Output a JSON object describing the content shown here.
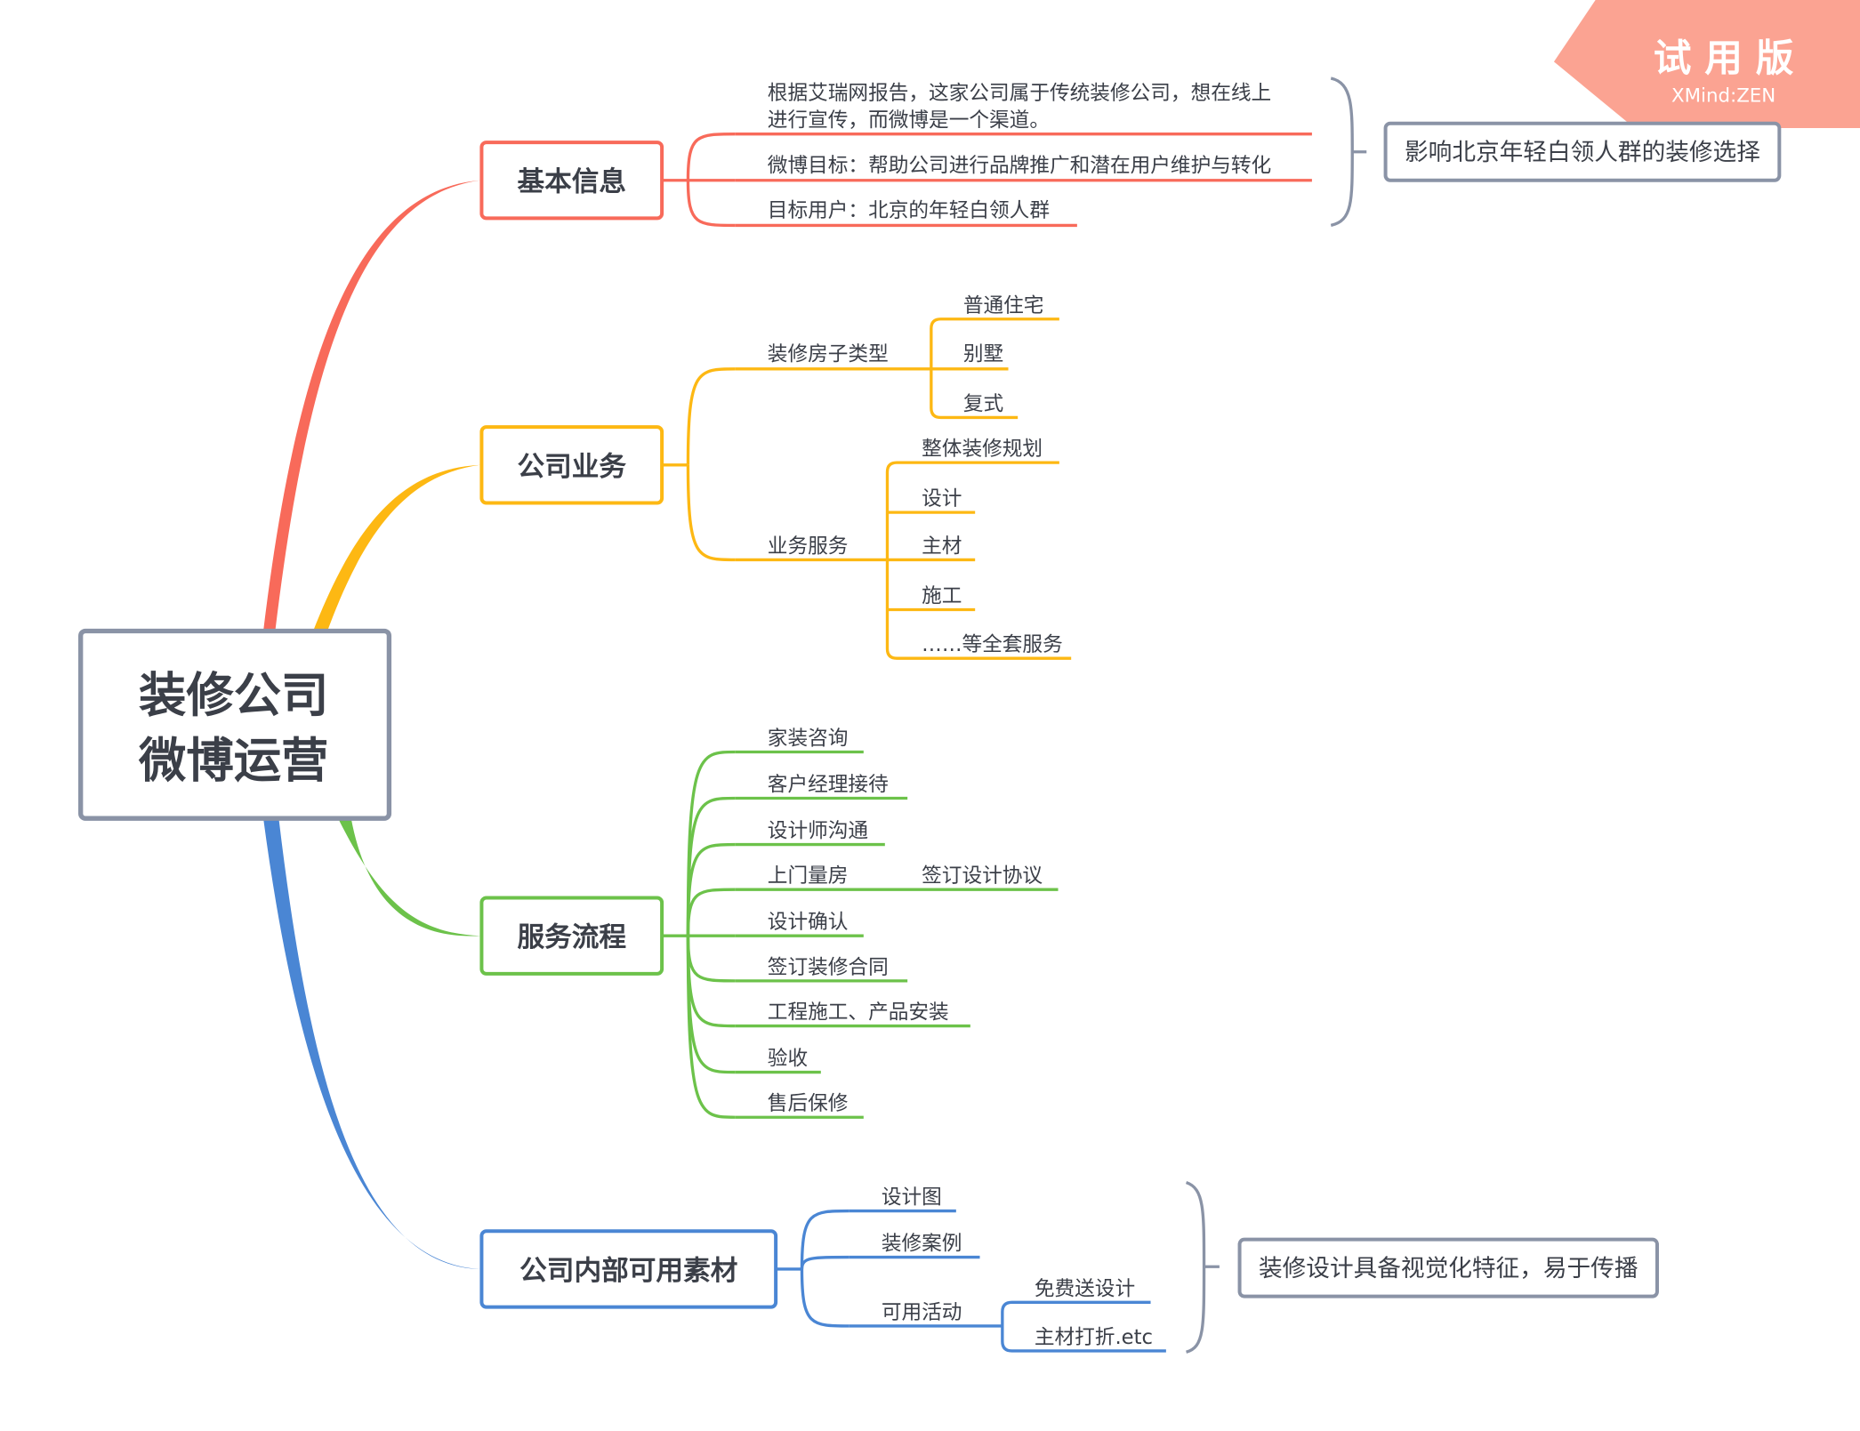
{
  "watermark": {
    "label": "试 用 版",
    "product": "XMind:ZEN"
  },
  "central": {
    "line1": "装修公司",
    "line2": "微博运营"
  },
  "colors": {
    "red": "#f86a5a",
    "orange": "#fdb813",
    "green": "#6cc24a",
    "blue": "#4a86d4",
    "gray": "#8a93a6"
  },
  "branches": [
    {
      "title": "基本信息",
      "children": [
        {
          "line1": "根据艾瑞网报告，这家公司属于传统装修公司，想在线上",
          "line2": "进行宣传，而微博是一个渠道。"
        },
        {
          "label": "微博目标：帮助公司进行品牌推广和潜在用户维护与转化"
        },
        {
          "label": "目标用户：北京的年轻白领人群"
        }
      ],
      "summary": "影响北京年轻白领人群的装修选择"
    },
    {
      "title": "公司业务",
      "children": [
        {
          "label": "装修房子类型",
          "children": [
            "普通住宅",
            "别墅",
            "复式"
          ]
        },
        {
          "label": "业务服务",
          "children": [
            "整体装修规划",
            "设计",
            "主材",
            "施工",
            "……等全套服务"
          ]
        }
      ]
    },
    {
      "title": "服务流程",
      "children": [
        "家装咨询",
        "客户经理接待",
        "设计师沟通",
        "上门量房",
        "设计确认",
        "签订装修合同",
        "工程施工、产品安装",
        "验收",
        "售后保修"
      ],
      "sub_of_4": "签订设计协议"
    },
    {
      "title": "公司内部可用素材",
      "children": [
        {
          "label": "设计图"
        },
        {
          "label": "装修案例"
        },
        {
          "label": "可用活动",
          "children": [
            "免费送设计",
            "主材打折.etc"
          ]
        }
      ],
      "summary": "装修设计具备视觉化特征，易于传播"
    }
  ]
}
